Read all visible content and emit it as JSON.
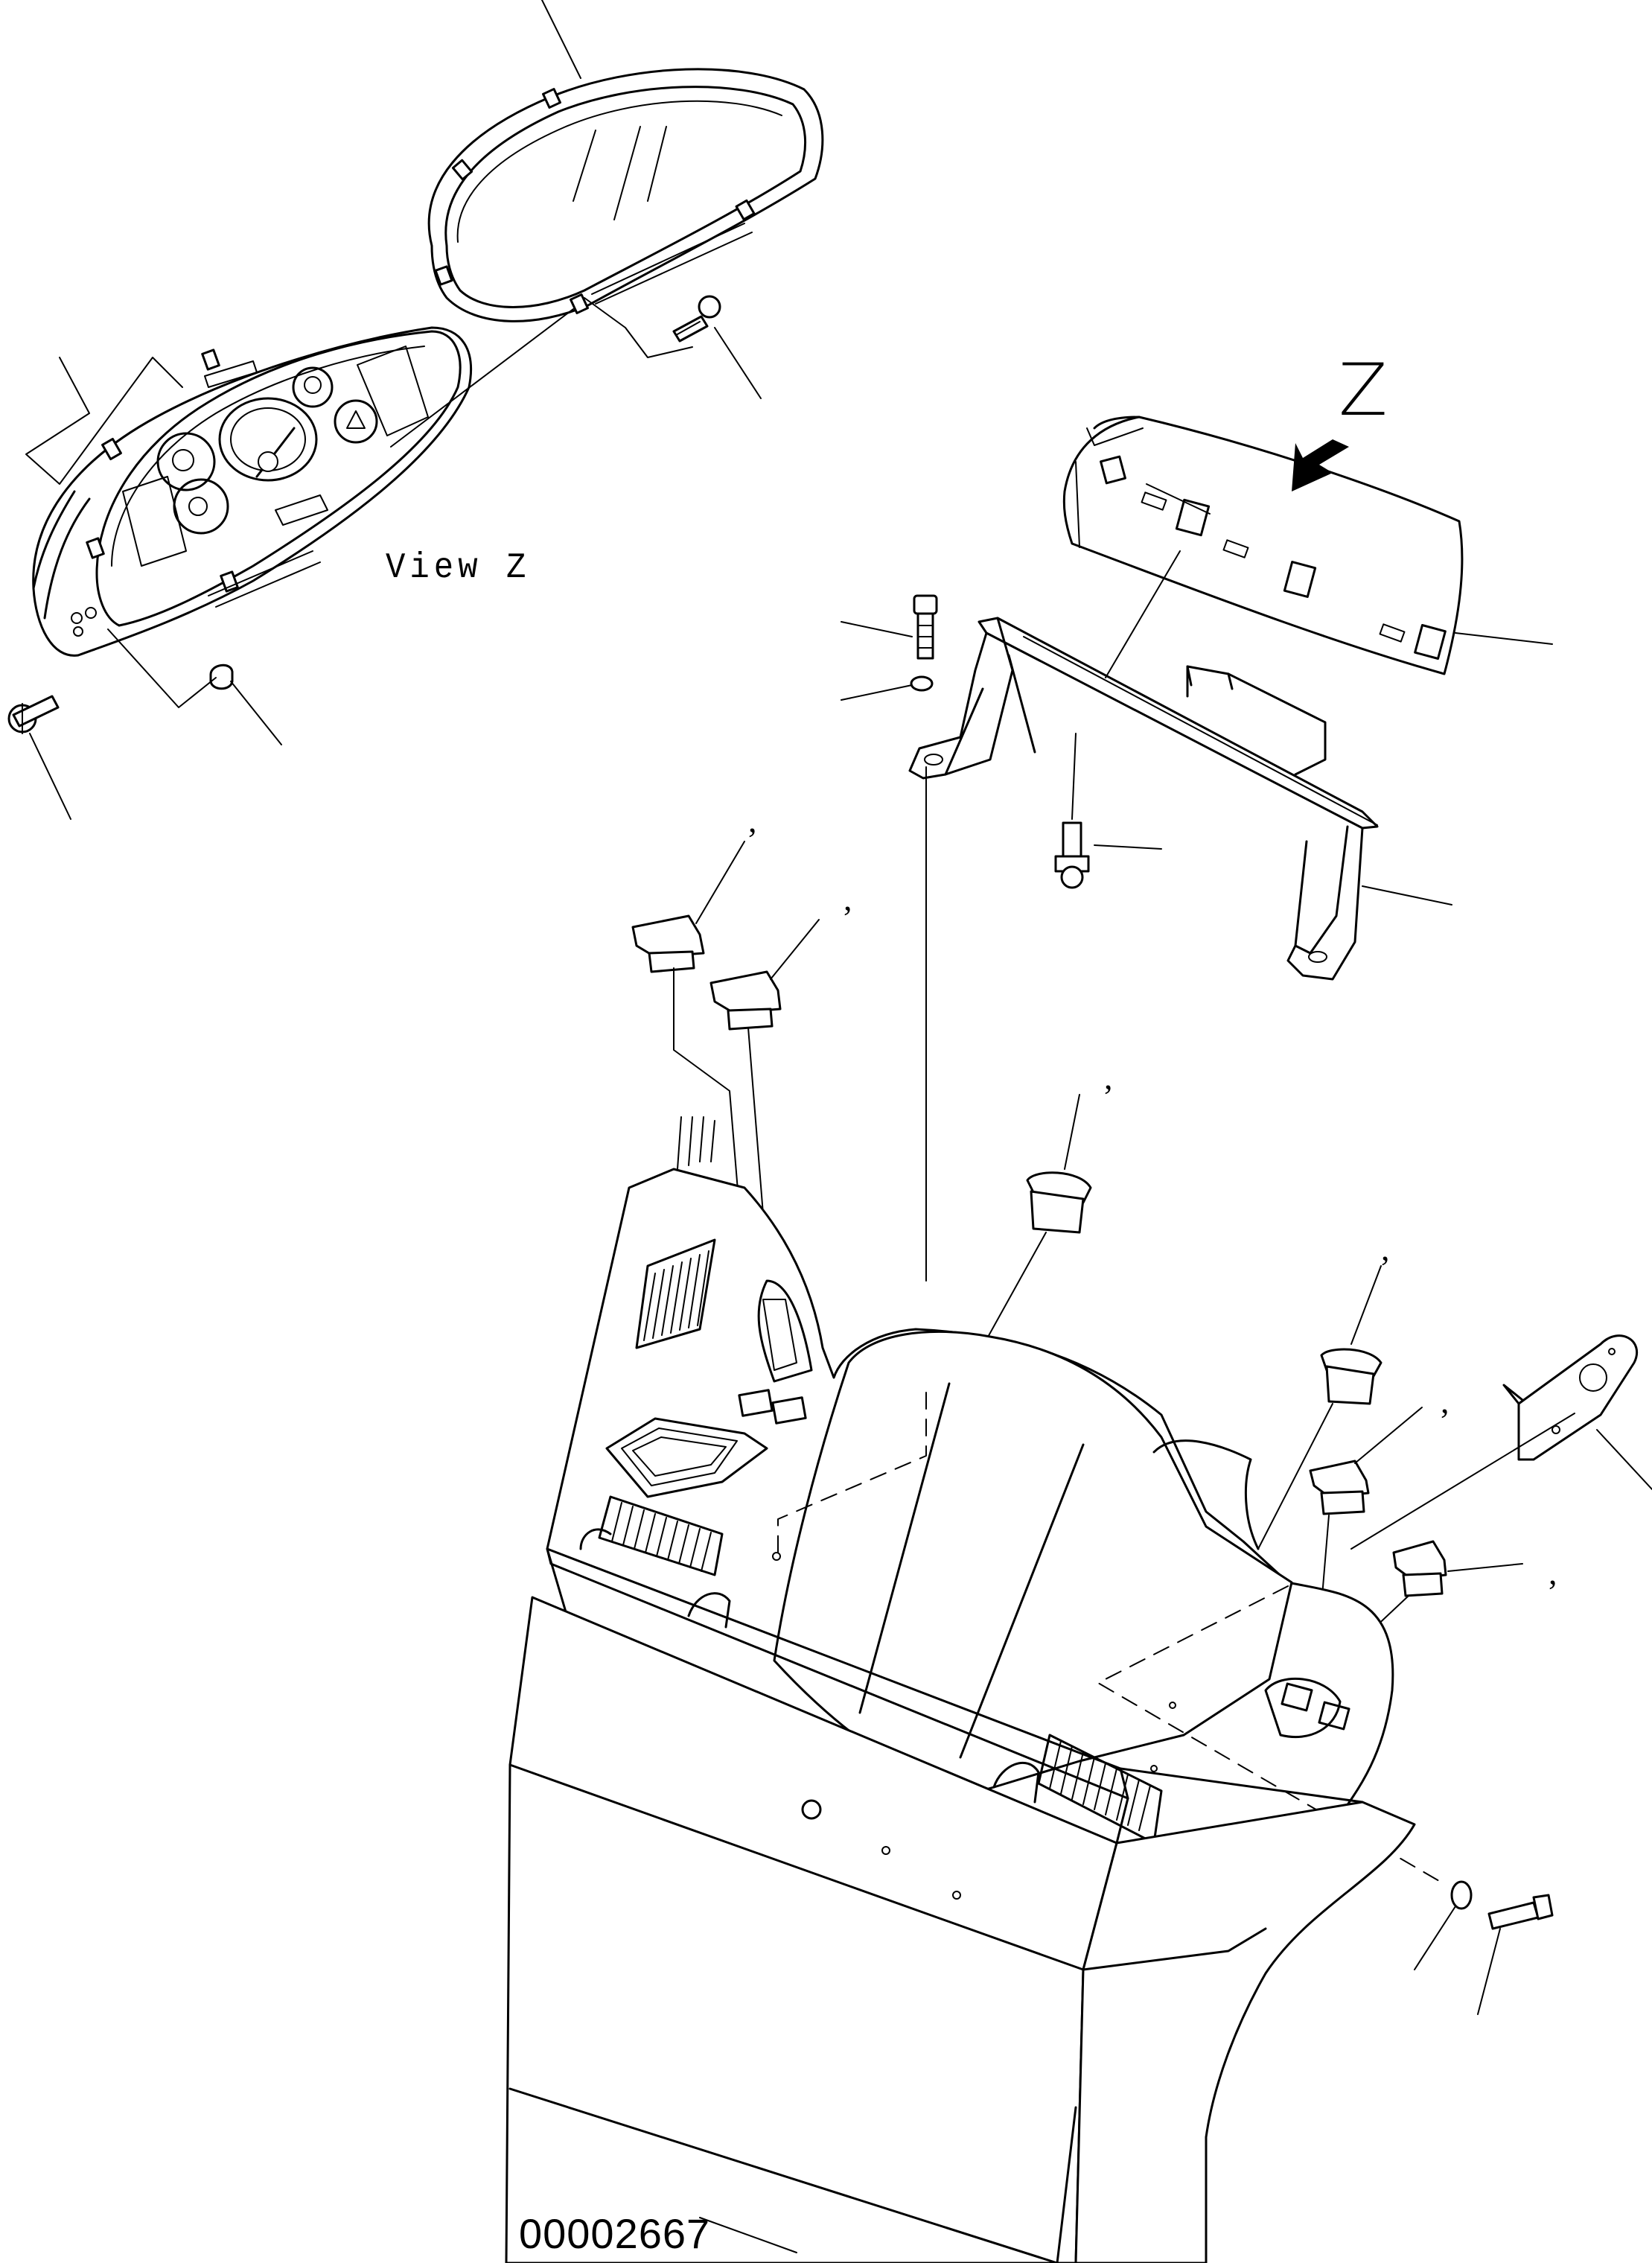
{
  "labels": {
    "view": "View Z",
    "z": "Z",
    "drawing_number": "00002667",
    "comma": ","
  },
  "colors": {
    "line": "#000000",
    "background": "#ffffff"
  }
}
